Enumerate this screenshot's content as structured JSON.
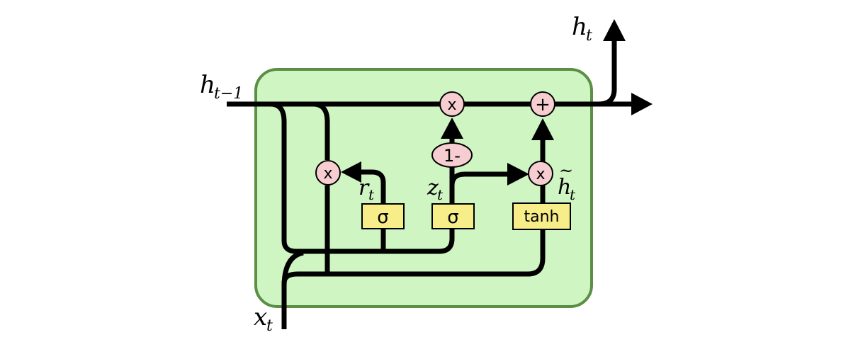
{
  "colors": {
    "cell_fill": "#cff5c3",
    "cell_stroke": "#5a8f45",
    "gate_fill": "#f7ee8a",
    "op_fill": "#f6cdd0",
    "wire": "#000000"
  },
  "labels": {
    "h_prev": {
      "base": "h",
      "sub": "t−1"
    },
    "h_out": {
      "base": "h",
      "sub": "t"
    },
    "x_in": {
      "base": "x",
      "sub": "t"
    },
    "r": {
      "base": "r",
      "sub": "t"
    },
    "z": {
      "base": "z",
      "sub": "t"
    },
    "h_tilde": {
      "base": "h",
      "accent": "~",
      "sub": "t"
    }
  },
  "gates": {
    "reset_sigma": "σ",
    "update_sigma": "σ",
    "candidate_tanh": "tanh"
  },
  "operators": {
    "reset_mul": "x",
    "top_mul": "x",
    "top_add": "+",
    "candidate_mul": "x",
    "one_minus": "1-"
  }
}
